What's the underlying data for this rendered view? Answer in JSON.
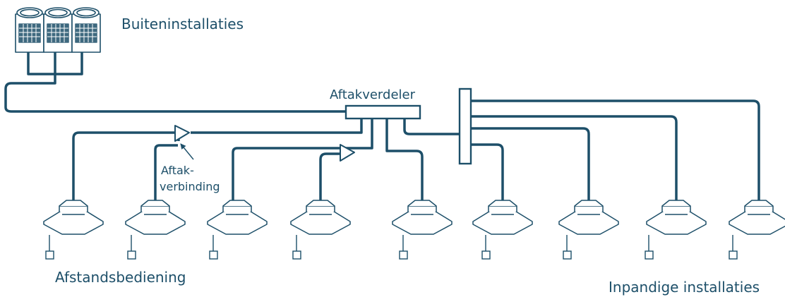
{
  "labels": {
    "outdoor": "Buiteninstallaties",
    "header": "Aftakverdeler",
    "joint": "Aftak-",
    "joint_2": "verbinding",
    "remote": "Afstandsbediening",
    "indoor": "Inpandige installaties"
  },
  "colors": {
    "pipe": "#1d4f69",
    "text": "#1d4f69",
    "unit_fill": "#ffffff"
  },
  "icons": {
    "outdoor_unit": "outdoor-unit-icon",
    "indoor_unit": "ceiling-cassette-icon",
    "remote": "remote-controller-icon",
    "joint": "branch-joint-icon"
  }
}
